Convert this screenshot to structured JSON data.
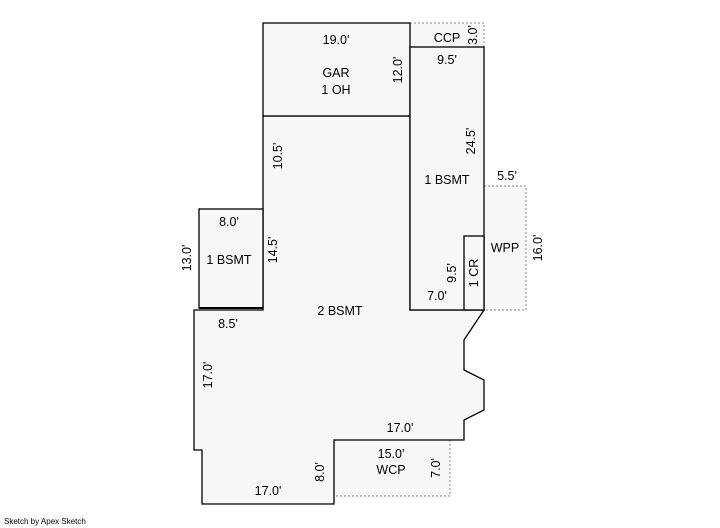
{
  "plan": {
    "garage": {
      "name": "GAR",
      "sub": "1 OH",
      "width": "19.0'",
      "depth": "12.0'"
    },
    "ccp": {
      "name": "CCP",
      "depth": "3.0'"
    },
    "bsmt1_right": {
      "name": "1 BSMT",
      "top": "9.5'",
      "side": "24.5'",
      "bottom": "7.0'"
    },
    "cr": {
      "name": "1 CR",
      "height": "9.5'"
    },
    "wpp": {
      "name": "WPP",
      "width": "5.5'",
      "height": "16.0'"
    },
    "bsmt1_left": {
      "name": "1 BSMT",
      "width": "8.0'",
      "height": "13.0'",
      "inner": "14.5'"
    },
    "bsmt2": {
      "name": "2 BSMT",
      "notch": "10.5'",
      "left_top": "8.5'",
      "left": "17.0'",
      "lower": "17.0'",
      "bottom": "17.0'",
      "step": "8.0'"
    },
    "wcp": {
      "name": "WCP",
      "width": "15.0'",
      "depth": "7.0'"
    }
  },
  "credit": "Sketch by Apex Sketch"
}
